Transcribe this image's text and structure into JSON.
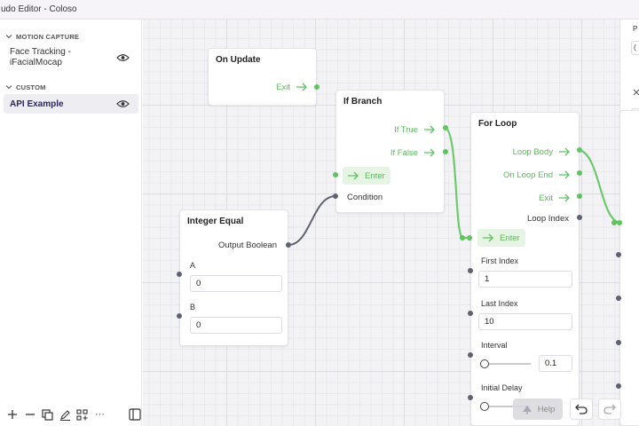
{
  "window": {
    "title": "udo Editor - Coloso"
  },
  "sidebar": {
    "sections": [
      {
        "label": "MOTION CAPTURE",
        "items": [
          {
            "label_line1": "Face Tracking -",
            "label_line2": "iFacialMocap"
          }
        ]
      },
      {
        "label": "CUSTOM",
        "items": [
          {
            "label": "API Example"
          }
        ]
      }
    ],
    "toolbar": {
      "more": "···"
    }
  },
  "nodes": {
    "on_update": {
      "title": "On Update",
      "exit": "Exit"
    },
    "if_branch": {
      "title": "If Branch",
      "if_true": "If True",
      "if_false": "If False",
      "enter": "Enter",
      "condition": "Condition"
    },
    "integer_equal": {
      "title": "Integer Equal",
      "output": "Output Boolean",
      "a_label": "A",
      "a_value": "0",
      "b_label": "B",
      "b_value": "0"
    },
    "for_loop": {
      "title": "For Loop",
      "loop_body": "Loop Body",
      "on_loop_end": "On Loop End",
      "exit": "Exit",
      "loop_index": "Loop Index",
      "enter": "Enter",
      "first_index_label": "First Index",
      "first_index_value": "1",
      "last_index_label": "Last Index",
      "last_index_value": "10",
      "interval_label": "Interval",
      "interval_value": "0.1",
      "initial_delay_label": "Initial Delay"
    }
  },
  "right_panel": {
    "partial_text_1": "P",
    "partial_text_2": "("
  },
  "bottom": {
    "help": "Help"
  },
  "colors": {
    "accent_green": "#5ec35e",
    "wire_gray": "#5f6270",
    "selected_bg": "#eeeef2"
  }
}
